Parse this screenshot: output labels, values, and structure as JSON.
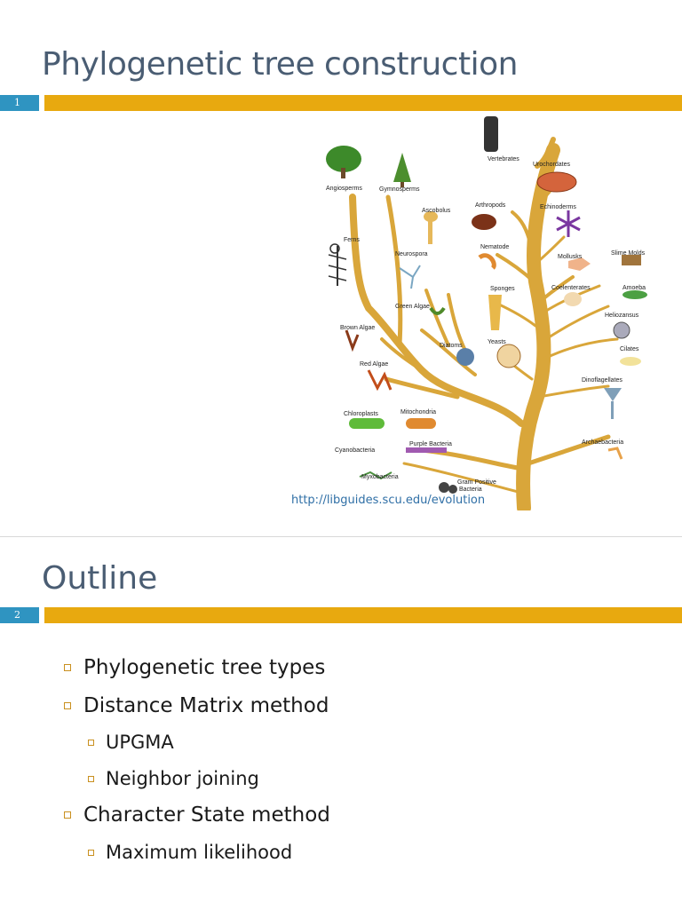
{
  "slides": [
    {
      "number": "1",
      "title": "Phylogenetic tree construction",
      "source_url": "http://libguides.scu.edu/evolution",
      "tree_labels": {
        "vertebrates": "Vertebrates",
        "urochordates": "Urochordates",
        "angiosperms": "Angiosperms",
        "gymnosperms": "Gymnosperms",
        "ascobolus": "Ascobolus",
        "arthropods": "Arthropods",
        "echinoderms": "Echinoderms",
        "ferns": "Ferns",
        "neurospora": "Neurospora",
        "nematode": "Nematode",
        "mollusks": "Mollusks",
        "slime_molds": "Slime Molds",
        "sponges": "Sponges",
        "coelenterates": "Coelenterates",
        "amoeba": "Amoeba",
        "green_algae": "Green Algae",
        "heliozansus": "Heliozansus",
        "brown_algae": "Brown Algae",
        "diatoms": "Diatoms",
        "yeasts": "Yeasts",
        "ciliates": "Cilates",
        "red_algae": "Red Algae",
        "dinoflagellates": "Dinoflagellates",
        "chloroplasts": "Chloroplasts",
        "mitochondria": "Mitochondria",
        "cyanobacteria": "Cyanobacteria",
        "purple_bacteria": "Purple Bacteria",
        "archaebacteria": "Archaebacteria",
        "myxobacteria": "Myxobacteria",
        "gram_positive": "Gram Positive",
        "gram_positive_2": "Bacteria"
      }
    },
    {
      "number": "2",
      "title": "Outline",
      "items": [
        {
          "text": "Phylogenetic tree types",
          "level": 1
        },
        {
          "text": "Distance Matrix method",
          "level": 1
        },
        {
          "text": "UPGMA",
          "level": 2
        },
        {
          "text": "Neighbor joining",
          "level": 2
        },
        {
          "text": "Character State method",
          "level": 1
        },
        {
          "text": "Maximum likelihood",
          "level": 2
        }
      ]
    }
  ],
  "colors": {
    "title": "#4a5d73",
    "number_box": "#2f94c1",
    "accent_bar": "#e8a90f",
    "bullet_marker": "#c9901f",
    "tree_trunk": "#d9a63a",
    "url": "#2f6fa6"
  }
}
